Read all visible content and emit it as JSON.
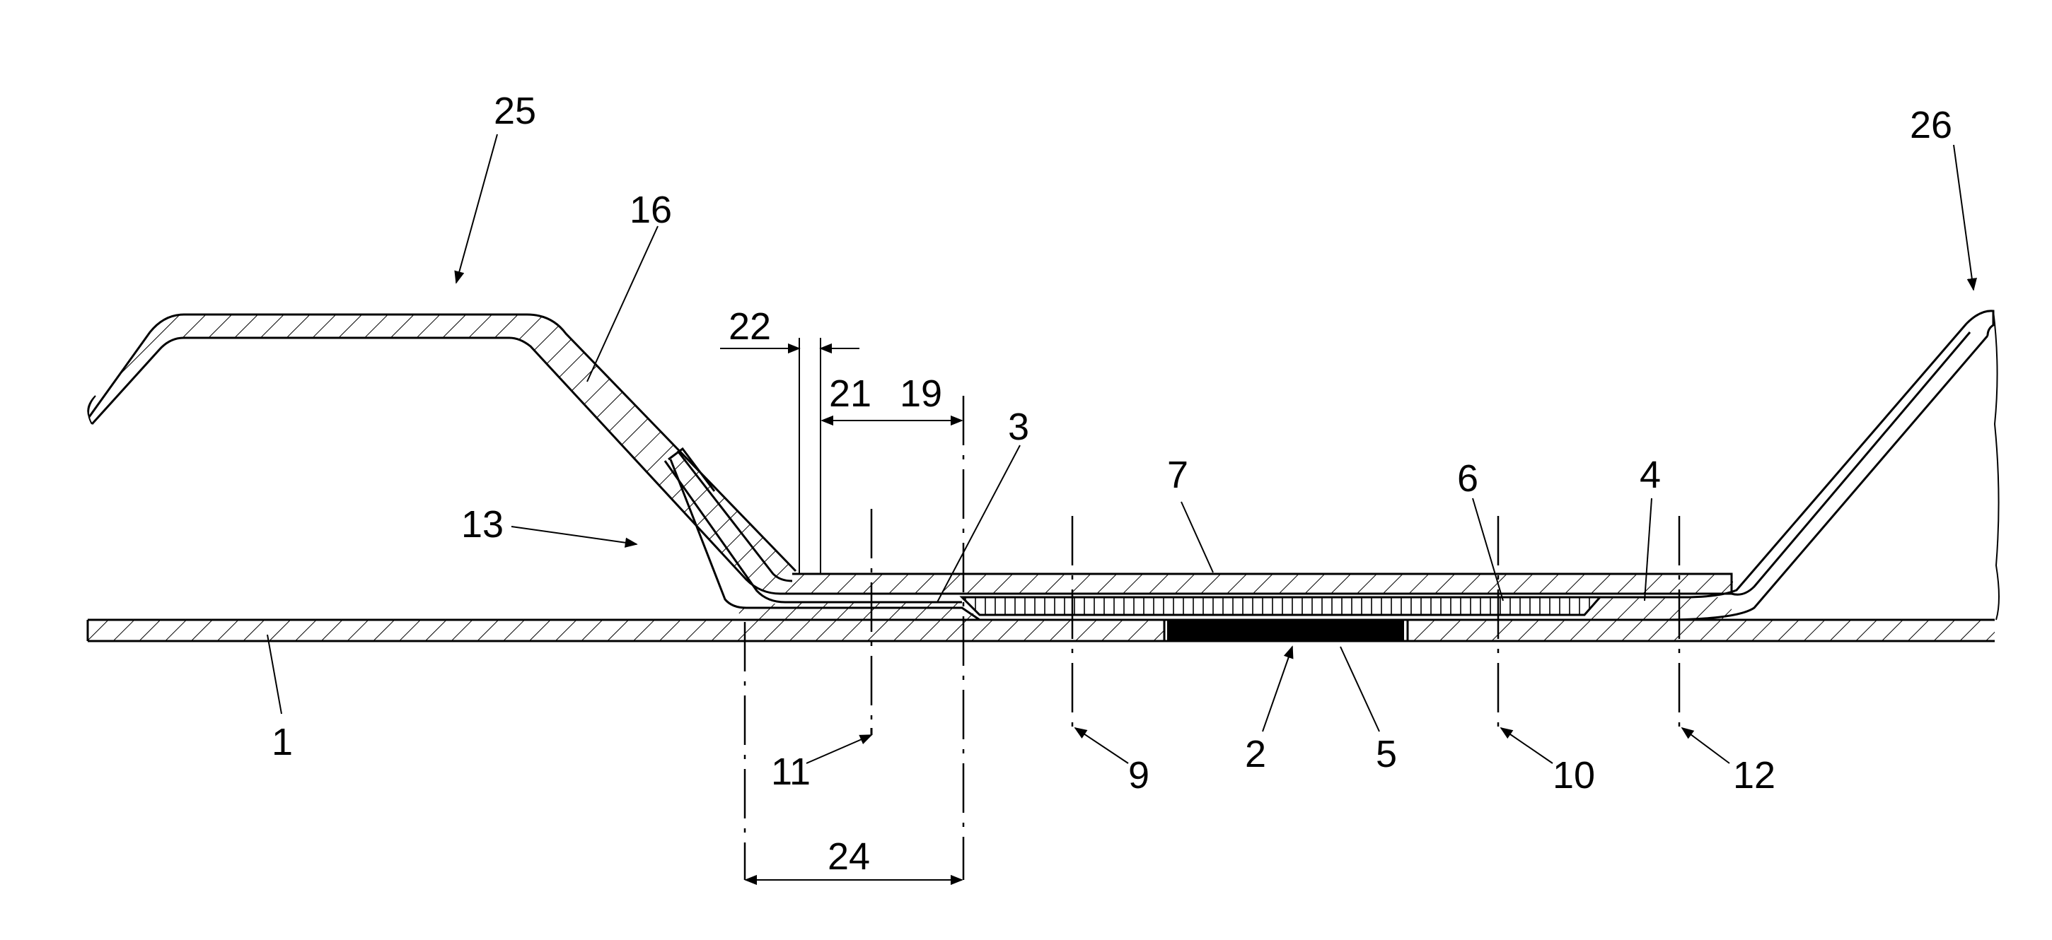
{
  "labels": {
    "l1": "1",
    "l2": "2",
    "l3": "3",
    "l4": "4",
    "l5": "5",
    "l6": "6",
    "l7": "7",
    "l9": "9",
    "l10": "10",
    "l11": "11",
    "l12": "12",
    "l13": "13",
    "l16": "16",
    "l19": "19",
    "l21": "21",
    "l22": "22",
    "l24": "24",
    "l25": "25",
    "l26": "26"
  }
}
